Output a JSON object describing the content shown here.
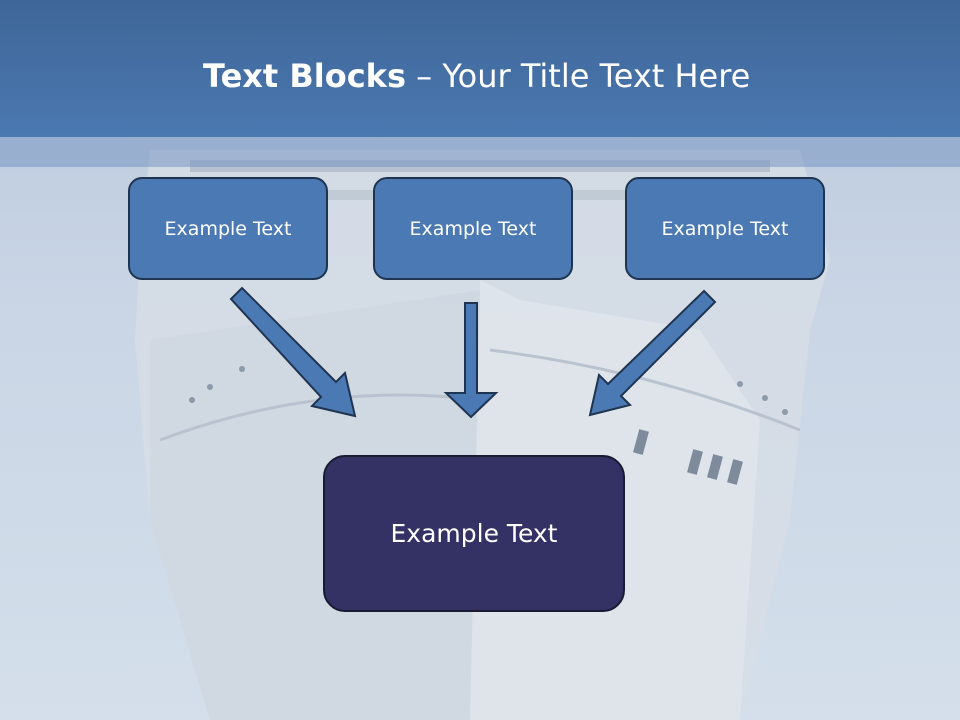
{
  "title": {
    "bold": "Text Blocks",
    "separator": " – ",
    "rest": "Your Title Text Here"
  },
  "blocks": [
    {
      "label": "Example Text"
    },
    {
      "label": "Example Text"
    },
    {
      "label": "Example Text"
    }
  ],
  "main_block": {
    "label": "Example Text"
  },
  "colors": {
    "header": "#4a78b0",
    "block_fill": "#4a79b3",
    "main_fill": "#343164",
    "arrow_fill": "#4a79b3",
    "arrow_stroke": "#1f3450"
  }
}
